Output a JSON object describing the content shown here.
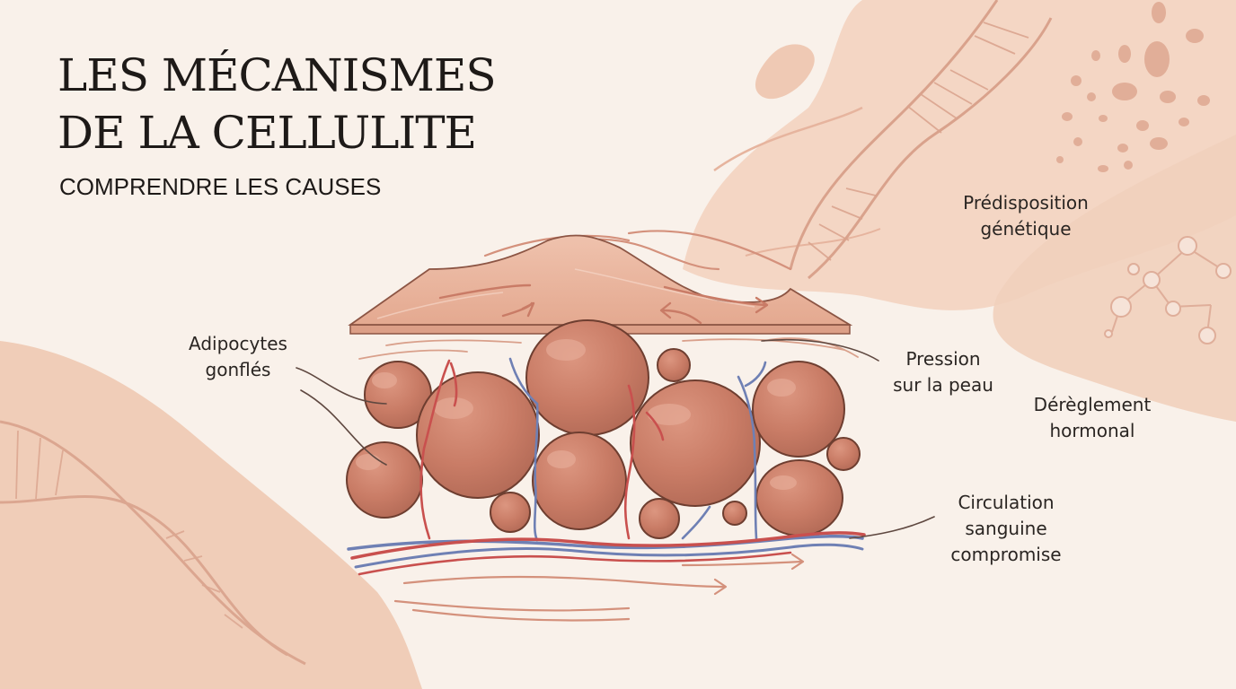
{
  "header": {
    "title_line1": "LES MÉCANISMES",
    "title_line2": "DE LA CELLULITE",
    "subtitle": "COMPRENDRE LES CAUSES"
  },
  "labels": {
    "adipocytes": [
      "Adipocytes",
      "gonflés"
    ],
    "pression": [
      "Pression",
      "sur la peau"
    ],
    "genetique": [
      "Prédisposition",
      "génétique"
    ],
    "hormonal": [
      "Dérèglement",
      "hormonal"
    ],
    "circulation": [
      "Circulation",
      "sanguine",
      "compromise"
    ]
  },
  "colors": {
    "background": "#f9f1ea",
    "blob": "#f0cdb8",
    "fat_cell": "#c97c66",
    "skin": "#e8b39c",
    "artery": "#c9504e",
    "vein": "#6f80b4",
    "outline": "#6e3e30"
  }
}
